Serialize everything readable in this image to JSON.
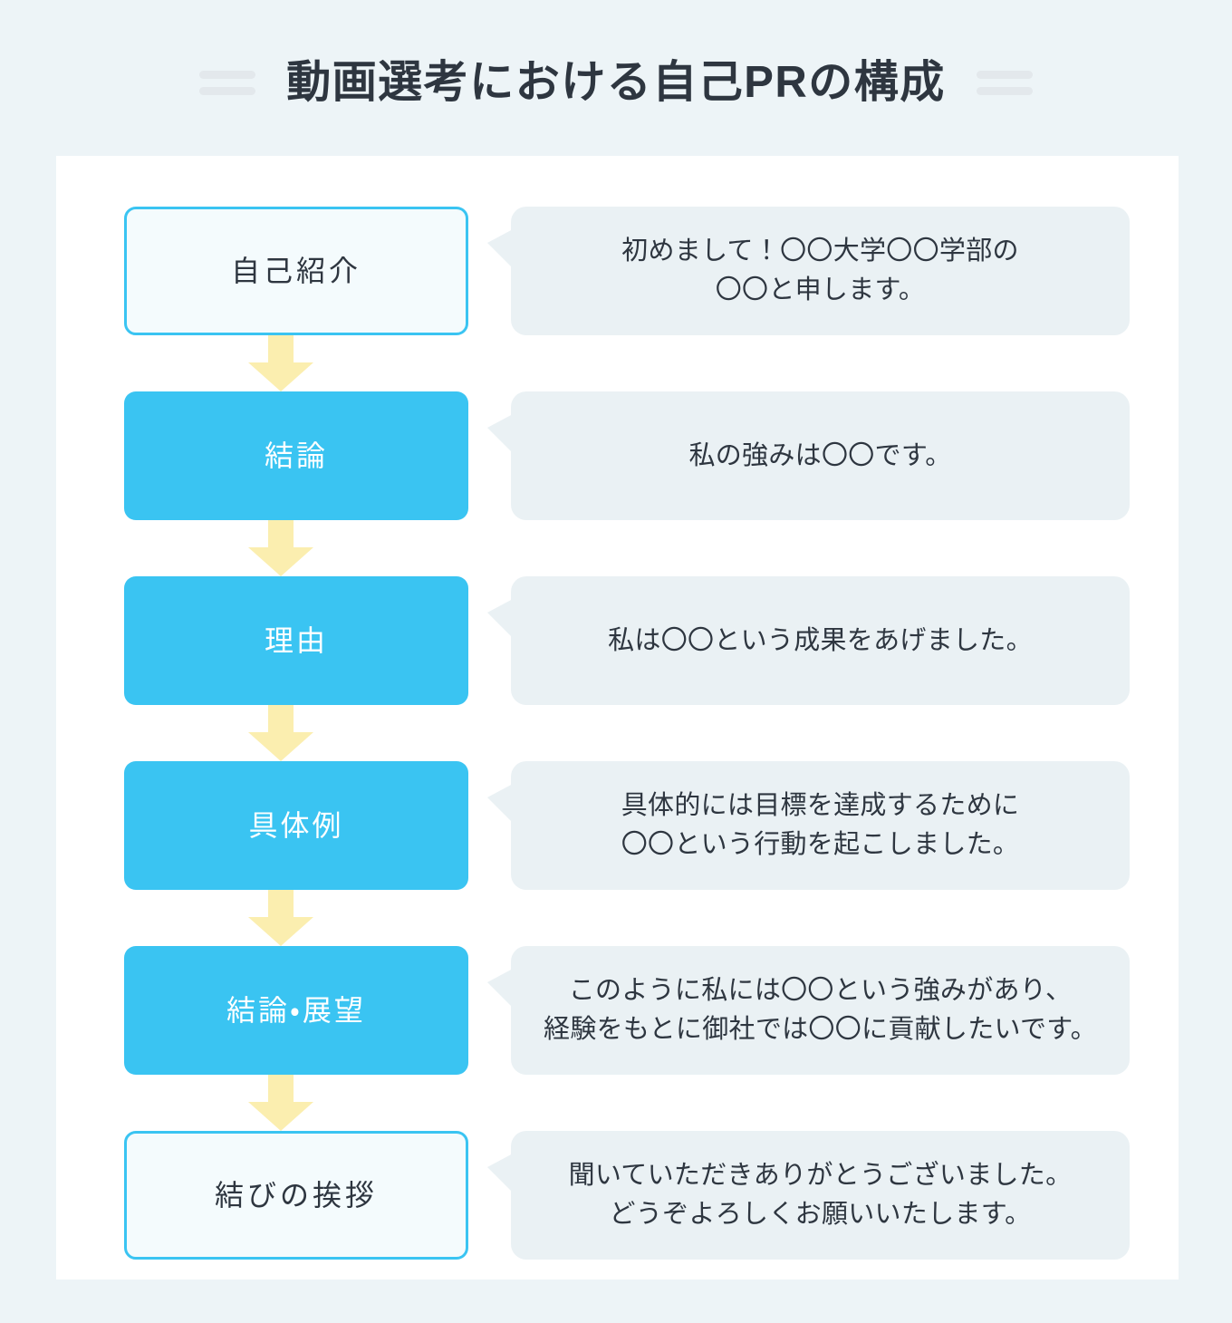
{
  "header": {
    "title": "動画選考における自己PRの構成",
    "decoration_icon": "double-line-deco-icon"
  },
  "colors": {
    "page_background": "#edf4f7",
    "card_background": "#ffffff",
    "accent_cyan": "#3ac4f2",
    "outlined_box_fill": "#f4fbfd",
    "bubble_background": "#eaf1f4",
    "arrow_yellow": "#fbeeaf",
    "text_dark": "#2e3640",
    "text_light": "#ffffff",
    "deco_gray": "#e3e8ec"
  },
  "flow": {
    "steps": [
      {
        "index": 1,
        "label": "自己紹介",
        "style": "outlined",
        "bubble_lines": [
          "初めまして！〇〇大学〇〇学部の",
          "〇〇と申します。"
        ],
        "arrow_after": true
      },
      {
        "index": 2,
        "label": "結論",
        "style": "filled",
        "bubble_lines": [
          "私の強みは〇〇です。"
        ],
        "arrow_after": true
      },
      {
        "index": 3,
        "label": "理由",
        "style": "filled",
        "bubble_lines": [
          "私は〇〇という成果をあげました。"
        ],
        "arrow_after": true
      },
      {
        "index": 4,
        "label": "具体例",
        "style": "filled",
        "bubble_lines": [
          "具体的には目標を達成するために",
          "〇〇という行動を起こしました。"
        ],
        "arrow_after": true
      },
      {
        "index": 5,
        "label": "結論・展望",
        "style": "filled",
        "bubble_lines": [
          "このように私には〇〇という強みがあり、",
          "経験をもとに御社では〇〇に貢献したいです。"
        ],
        "arrow_after": true
      },
      {
        "index": 6,
        "label": "結びの挨拶",
        "style": "outlined",
        "bubble_lines": [
          "聞いていただきありがとうございました。",
          "どうぞよろしくお願いいたします。"
        ],
        "arrow_after": false
      }
    ]
  }
}
